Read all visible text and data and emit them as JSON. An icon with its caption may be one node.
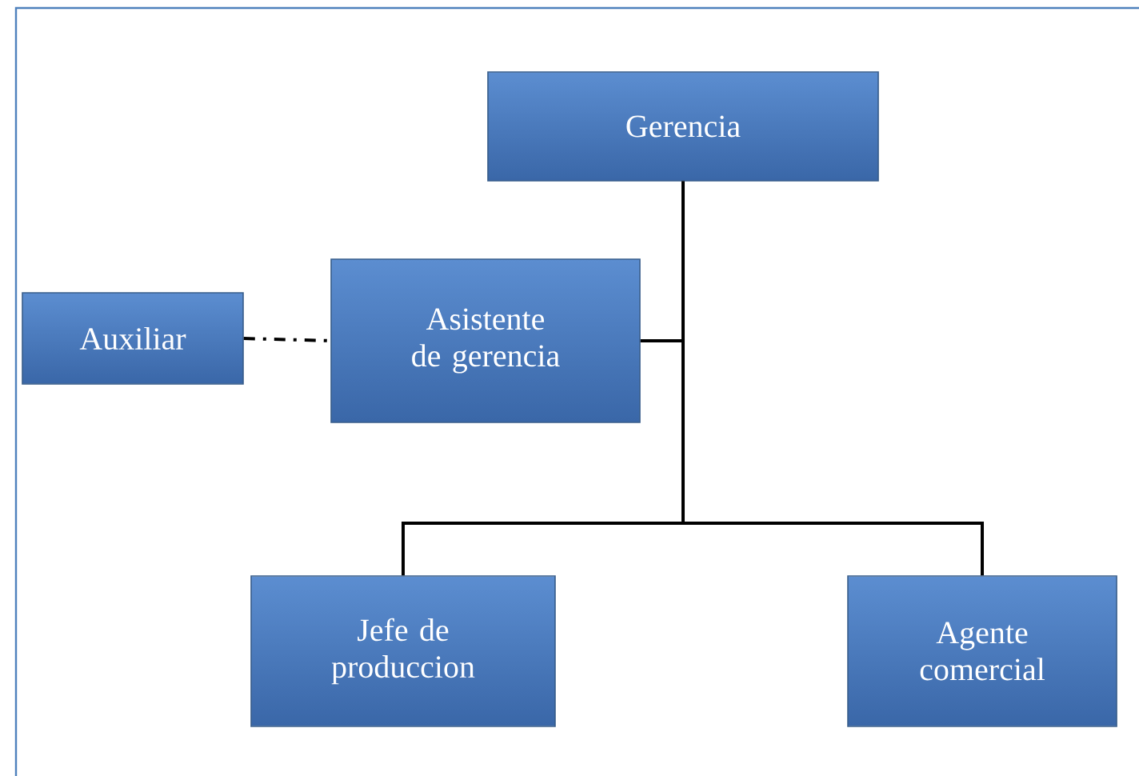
{
  "diagram": {
    "nodes": [
      {
        "text": [
          "Gerencia"
        ]
      },
      {
        "text": [
          "Auxiliar"
        ]
      },
      {
        "text": [
          "Asistente de gerencia"
        ]
      },
      {
        "text": [
          "Jefe de produccion"
        ]
      },
      {
        "text": [
          "Agente comercial"
        ]
      }
    ],
    "edges": [
      {
        "from": 0,
        "to": 2,
        "arrow": "none"
      },
      {
        "from": 0,
        "to": 3,
        "arrow": "none"
      },
      {
        "from": 0,
        "to": 4,
        "arrow": "none"
      },
      {
        "from": 1,
        "to": 2,
        "arrow": "none",
        "style": "dashed"
      }
    ]
  }
}
